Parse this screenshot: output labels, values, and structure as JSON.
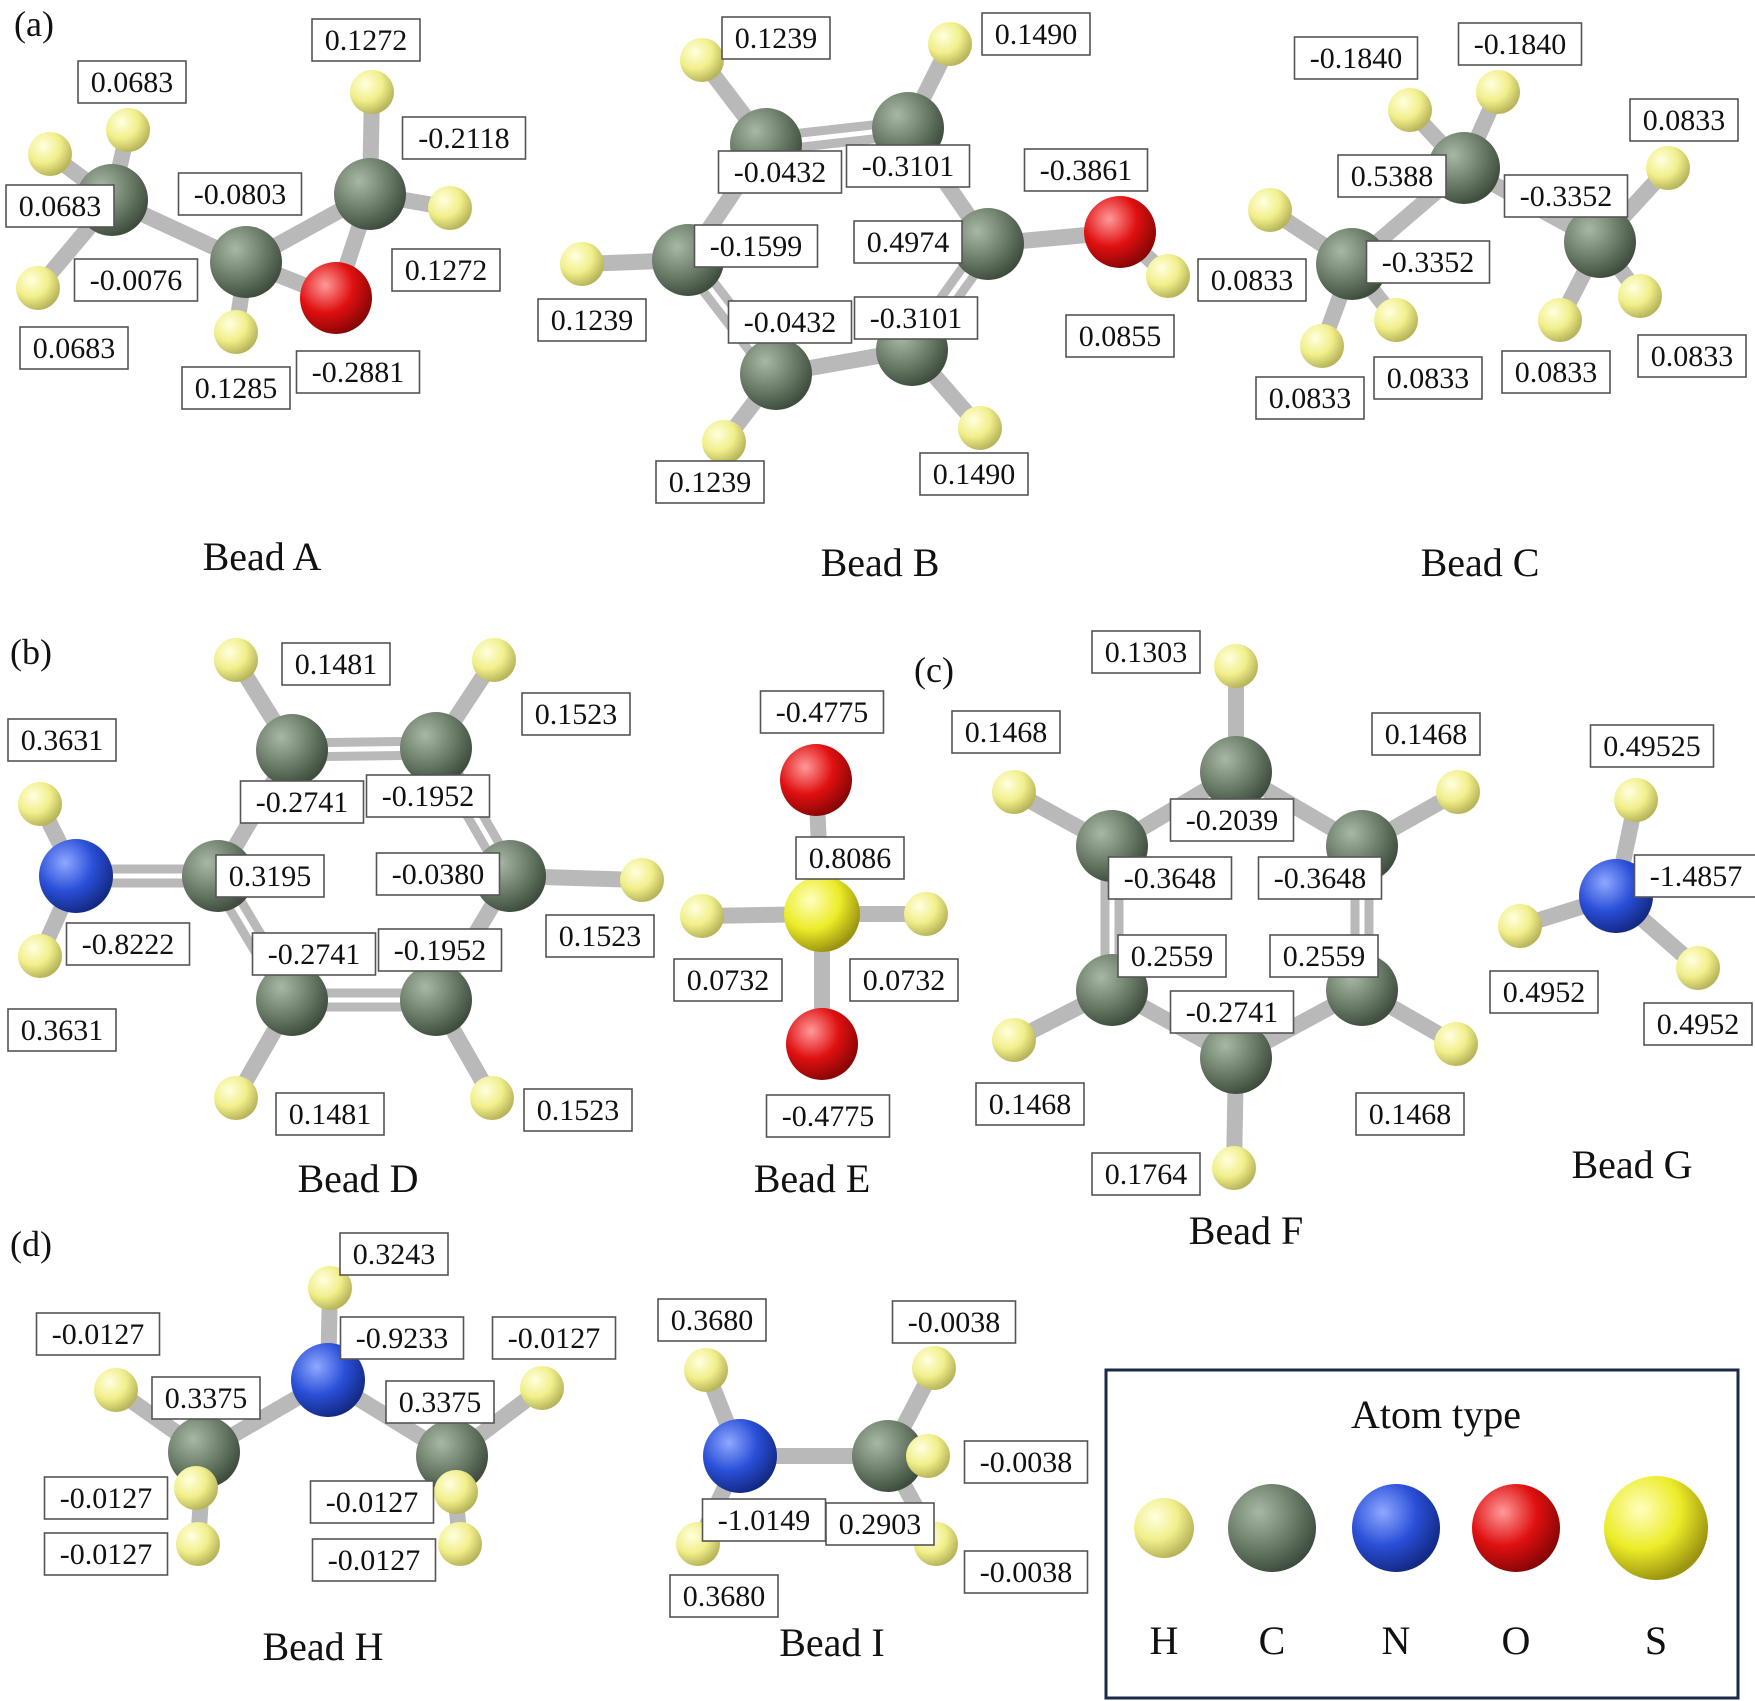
{
  "colors": {
    "H": "#f1ef8a",
    "C": "#6e806c",
    "N": "#2a4fd8",
    "O": "#e01010",
    "S": "#ecec28",
    "bond": "#b9b9b9"
  },
  "panels": {
    "a": "(a)",
    "b": "(b)",
    "c": "(c)",
    "d": "(d)"
  },
  "beads": {
    "A": "Bead A",
    "B": "Bead B",
    "C": "Bead C",
    "D": "Bead D",
    "E": "Bead E",
    "F": "Bead F",
    "G": "Bead G",
    "H": "Bead H",
    "I": "Bead I"
  },
  "legend": {
    "title": "Atom type",
    "items": [
      {
        "symbol": "H",
        "type": "H"
      },
      {
        "symbol": "C",
        "type": "C"
      },
      {
        "symbol": "N",
        "type": "N"
      },
      {
        "symbol": "O",
        "type": "O"
      },
      {
        "symbol": "S",
        "type": "S"
      }
    ]
  },
  "charges": {
    "A": [
      "0.0683",
      "0.1272",
      "0.0683",
      "-0.0803",
      "-0.2118",
      "-0.0076",
      "0.1272",
      "0.0683",
      "0.1285",
      "-0.2881"
    ],
    "B": [
      "0.1239",
      "0.1490",
      "-0.0432",
      "-0.3101",
      "-0.3861",
      "-0.1599",
      "0.4974",
      "0.1239",
      "-0.0432",
      "-0.3101",
      "0.0855",
      "0.1239",
      "0.1490"
    ],
    "C": [
      "-0.1840",
      "-0.1840",
      "0.0833",
      "0.5388",
      "-0.3352",
      "0.0833",
      "-0.3352",
      "0.0833",
      "0.0833",
      "0.0833",
      "0.0833"
    ],
    "D": [
      "0.1481",
      "0.1523",
      "0.3631",
      "-0.2741",
      "-0.1952",
      "0.3195",
      "-0.0380",
      "-0.8222",
      "0.1523",
      "-0.2741",
      "-0.1952",
      "0.3631",
      "0.1481",
      "0.1523"
    ],
    "E": [
      "-0.4775",
      "0.8086",
      "0.0732",
      "0.0732",
      "-0.4775"
    ],
    "F": [
      "0.1303",
      "0.1468",
      "0.1468",
      "-0.2039",
      "-0.3648",
      "-0.3648",
      "0.2559",
      "0.2559",
      "-0.2741",
      "0.1468",
      "0.1468",
      "0.1764"
    ],
    "G": [
      "0.49525",
      "-1.4857",
      "0.4952",
      "0.4952"
    ],
    "H": [
      "0.3243",
      "-0.0127",
      "-0.9233",
      "-0.0127",
      "0.3375",
      "0.3375",
      "-0.0127",
      "-0.0127",
      "-0.0127",
      "-0.0127"
    ],
    "I": [
      "0.3680",
      "-0.0038",
      "-0.0038",
      "-1.0149",
      "0.2903",
      "-0.0038",
      "0.3680"
    ]
  }
}
